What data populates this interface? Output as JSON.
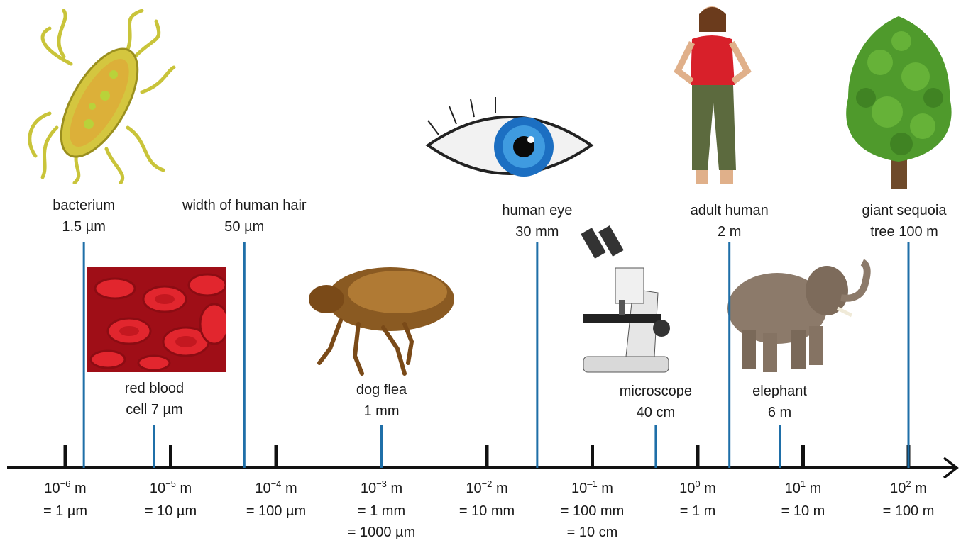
{
  "diagram": {
    "ticks": [
      {
        "power": "−6",
        "eq": [
          "= 1 µm"
        ]
      },
      {
        "power": "−5",
        "eq": [
          "= 10 µm"
        ]
      },
      {
        "power": "−4",
        "eq": [
          "= 100 µm"
        ]
      },
      {
        "power": "−3",
        "eq": [
          "= 1 mm",
          "= 1000 µm"
        ]
      },
      {
        "power": "−2",
        "eq": [
          "= 10 mm"
        ]
      },
      {
        "power": "–1",
        "eq": [
          "= 100 mm",
          "= 10 cm"
        ]
      },
      {
        "power": "0",
        "eq": [
          "= 1 m"
        ]
      },
      {
        "power": "1",
        "eq": [
          "= 10 m"
        ]
      },
      {
        "power": "2",
        "eq": [
          "= 100 m"
        ]
      }
    ],
    "unit": "m",
    "base": "10",
    "items": [
      {
        "id": "bacterium",
        "label": "bacterium\n1.5 µm",
        "value_m": 1.5e-06,
        "icon": "bacterium-image"
      },
      {
        "id": "red-blood-cell",
        "label": "red blood\ncell 7 µm",
        "value_m": 7e-06,
        "icon": "red-blood-cells-image"
      },
      {
        "id": "human-hair",
        "label": "width of human hair\n50 µm",
        "value_m": 5e-05,
        "icon": ""
      },
      {
        "id": "dog-flea",
        "label": "dog flea\n1 mm",
        "value_m": 0.001,
        "icon": "dog-flea-image"
      },
      {
        "id": "human-eye",
        "label": "human eye\n30 mm",
        "value_m": 0.03,
        "icon": "human-eye-image"
      },
      {
        "id": "microscope",
        "label": "microscope\n40 cm",
        "value_m": 0.4,
        "icon": "microscope-image"
      },
      {
        "id": "adult-human",
        "label": "adult human\n2 m",
        "value_m": 2,
        "icon": "adult-human-image"
      },
      {
        "id": "elephant",
        "label": "elephant\n6 m",
        "value_m": 6,
        "icon": "elephant-image"
      },
      {
        "id": "sequoia",
        "label": "giant sequoia\ntree 100 m",
        "value_m": 100,
        "icon": "sequoia-tree-image"
      }
    ],
    "colors": {
      "marker": "#1f6fa8",
      "axis": "#111111",
      "text": "#1a1a1a"
    }
  }
}
